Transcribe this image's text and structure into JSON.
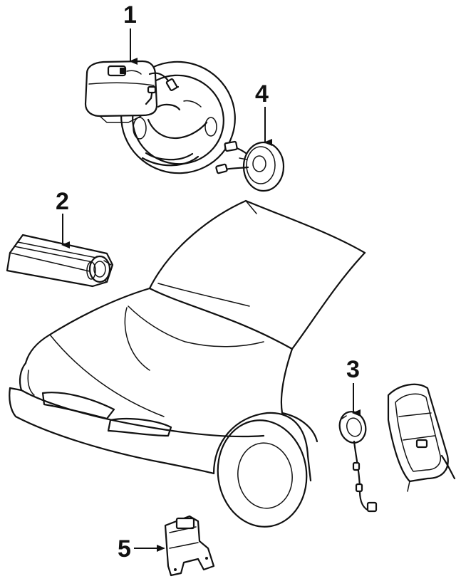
{
  "colors": {
    "ink": "#111111",
    "paper": "#ffffff"
  },
  "callouts": [
    {
      "number": "1"
    },
    {
      "number": "2"
    },
    {
      "number": "3"
    },
    {
      "number": "4"
    },
    {
      "number": "5"
    }
  ]
}
